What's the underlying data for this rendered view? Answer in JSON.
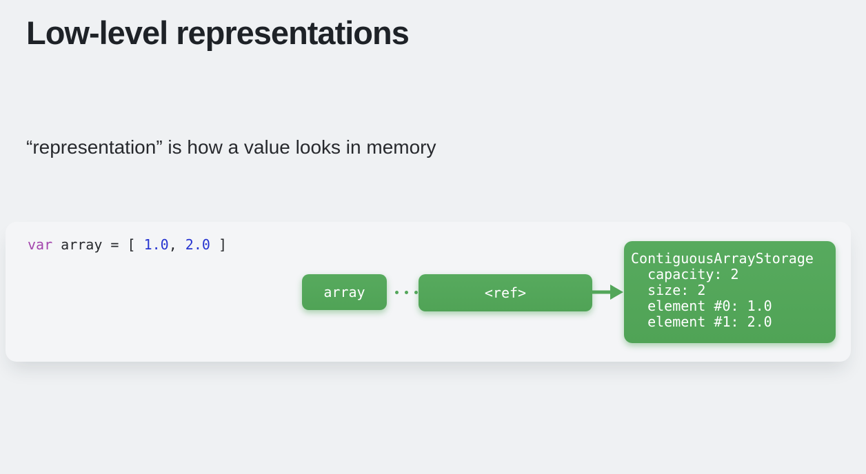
{
  "slide": {
    "title": "Low-level representations",
    "subtitle": "“representation” is how a value looks in memory"
  },
  "code": {
    "keyword": "var",
    "segment1": " array = [ ",
    "number1": "1.0",
    "separator": ", ",
    "number2": "2.0",
    "segment2": " ]"
  },
  "diagram": {
    "array_box_label": "array",
    "ref_box_label": "<ref>",
    "storage_box": {
      "lines": [
        "ContiguousArrayStorage",
        "  capacity: 2",
        "  size: 2",
        "  element #0: 1.0",
        "  element #1: 2.0"
      ]
    }
  },
  "colors": {
    "accent_green": "#53a65a",
    "keyword_purple": "#a346ad",
    "number_blue": "#2634d0",
    "page_background": "#eff1f3",
    "card_background": "#f4f5f7",
    "text_dark": "#1e2227"
  }
}
